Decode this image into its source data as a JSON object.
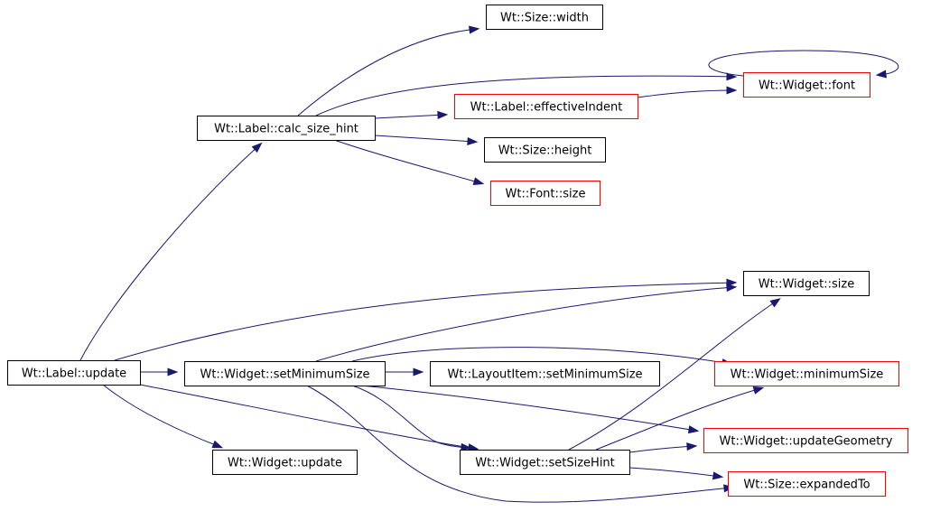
{
  "colors": {
    "edge": "#191970",
    "node_border_default": "#000000",
    "node_border_link": "#ff0000",
    "node_fill_root": "#bfbfbf",
    "node_fill": "#ffffff"
  },
  "nodes": [
    {
      "id": "label_update",
      "label": "Wt::Label::update",
      "kind": "root"
    },
    {
      "id": "label_calc_size_hint",
      "label": "Wt::Label::calc_size_hint",
      "kind": "default"
    },
    {
      "id": "size_width",
      "label": "Wt::Size::width",
      "kind": "default"
    },
    {
      "id": "widget_font",
      "label": "Wt::Widget::font",
      "kind": "link"
    },
    {
      "id": "label_effective_indent",
      "label": "Wt::Label::effectiveIndent",
      "kind": "link"
    },
    {
      "id": "size_height",
      "label": "Wt::Size::height",
      "kind": "default"
    },
    {
      "id": "font_size",
      "label": "Wt::Font::size",
      "kind": "link"
    },
    {
      "id": "widget_size",
      "label": "Wt::Widget::size",
      "kind": "default"
    },
    {
      "id": "widget_set_minimum_size",
      "label": "Wt::Widget::setMinimumSize",
      "kind": "default"
    },
    {
      "id": "layoutitem_set_minimum_size",
      "label": "Wt::LayoutItem::setMinimumSize",
      "kind": "default"
    },
    {
      "id": "widget_minimum_size",
      "label": "Wt::Widget::minimumSize",
      "kind": "link"
    },
    {
      "id": "widget_update_geometry",
      "label": "Wt::Widget::updateGeometry",
      "kind": "link"
    },
    {
      "id": "widget_update",
      "label": "Wt::Widget::update",
      "kind": "default"
    },
    {
      "id": "widget_set_size_hint",
      "label": "Wt::Widget::setSizeHint",
      "kind": "default"
    },
    {
      "id": "size_expanded_to",
      "label": "Wt::Size::expandedTo",
      "kind": "link"
    }
  ],
  "edges": [
    {
      "from": "label_update",
      "to": "label_calc_size_hint"
    },
    {
      "from": "label_update",
      "to": "widget_size"
    },
    {
      "from": "label_update",
      "to": "widget_set_minimum_size"
    },
    {
      "from": "label_update",
      "to": "widget_set_size_hint"
    },
    {
      "from": "label_update",
      "to": "widget_update"
    },
    {
      "from": "label_calc_size_hint",
      "to": "size_width"
    },
    {
      "from": "label_calc_size_hint",
      "to": "widget_font"
    },
    {
      "from": "label_calc_size_hint",
      "to": "label_effective_indent"
    },
    {
      "from": "label_calc_size_hint",
      "to": "size_height"
    },
    {
      "from": "label_calc_size_hint",
      "to": "font_size"
    },
    {
      "from": "label_effective_indent",
      "to": "widget_font"
    },
    {
      "from": "widget_font",
      "to": "widget_font"
    },
    {
      "from": "widget_set_minimum_size",
      "to": "widget_size"
    },
    {
      "from": "widget_set_minimum_size",
      "to": "widget_minimum_size"
    },
    {
      "from": "widget_set_minimum_size",
      "to": "layoutitem_set_minimum_size"
    },
    {
      "from": "widget_set_minimum_size",
      "to": "widget_update_geometry"
    },
    {
      "from": "widget_set_minimum_size",
      "to": "widget_set_size_hint"
    },
    {
      "from": "widget_set_minimum_size",
      "to": "size_expanded_to"
    },
    {
      "from": "widget_set_size_hint",
      "to": "widget_size"
    },
    {
      "from": "widget_set_size_hint",
      "to": "widget_minimum_size"
    },
    {
      "from": "widget_set_size_hint",
      "to": "widget_update_geometry"
    },
    {
      "from": "widget_set_size_hint",
      "to": "size_expanded_to"
    }
  ]
}
